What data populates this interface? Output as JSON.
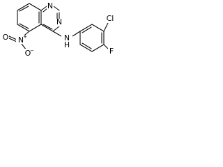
{
  "structure": {
    "atoms": {
      "n1": "N",
      "n3": "N",
      "nh": "N",
      "h": "H",
      "cl": "Cl",
      "f": "F",
      "nitro_n": "N",
      "nitro_n_charge": "+",
      "nitro_o_top": "O",
      "nitro_o_bottom": "O",
      "nitro_o_bottom_charge": "−"
    },
    "colors": {
      "line": "#000000",
      "background": "#ffffff"
    }
  }
}
